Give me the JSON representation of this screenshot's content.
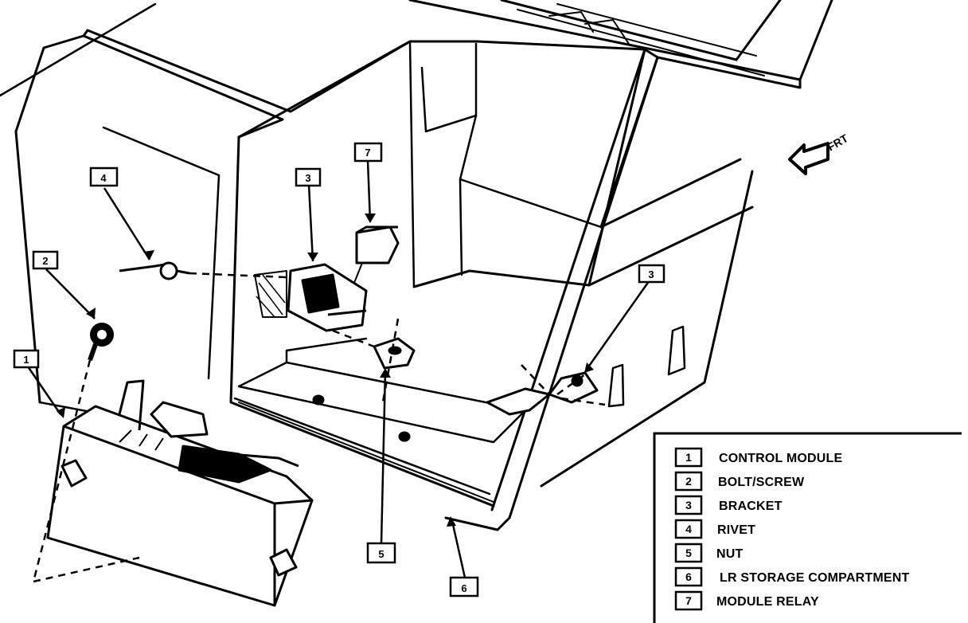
{
  "diagram": {
    "frt_label": "FRT",
    "callouts": [
      {
        "id": "callout-1",
        "number": "1"
      },
      {
        "id": "callout-2",
        "number": "2"
      },
      {
        "id": "callout-3-bracket-upper",
        "number": "3"
      },
      {
        "id": "callout-3-bracket-right",
        "number": "3"
      },
      {
        "id": "callout-4",
        "number": "4"
      },
      {
        "id": "callout-5",
        "number": "5"
      },
      {
        "id": "callout-6",
        "number": "6"
      },
      {
        "id": "callout-7",
        "number": "7"
      }
    ]
  },
  "legend": {
    "items": [
      {
        "number": "1",
        "label": "CONTROL MODULE"
      },
      {
        "number": "2",
        "label": "BOLT/SCREW"
      },
      {
        "number": "3",
        "label": "BRACKET"
      },
      {
        "number": "4",
        "label": "RIVET"
      },
      {
        "number": "5",
        "label": "NUT"
      },
      {
        "number": "6",
        "label": "LR STORAGE COMPARTMENT"
      },
      {
        "number": "7",
        "label": "MODULE RELAY"
      }
    ]
  }
}
